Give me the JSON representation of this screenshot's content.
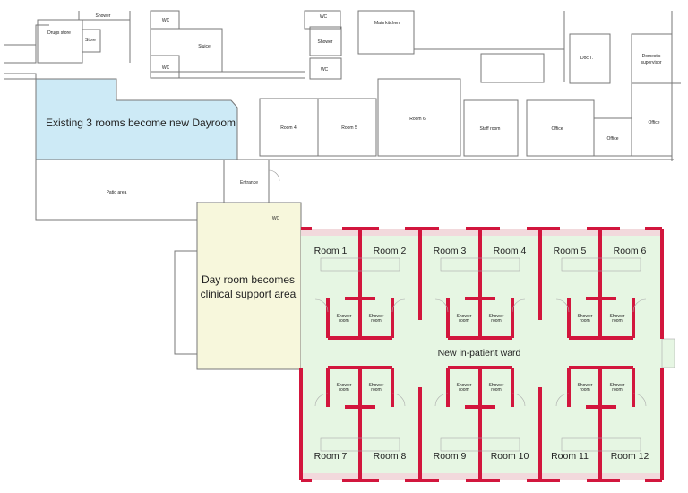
{
  "colors": {
    "dayroom_fill": "#cdeaf6",
    "support_fill": "#f7f7dc",
    "ward_fill": "#e6f6e3",
    "ward_wall": "#d2163d",
    "window_strip": "#f2d9dc"
  },
  "existing_building": {
    "labels": [
      "Shower",
      "Drugs store",
      "Store",
      "WC",
      "Sluice",
      "WC",
      "WC",
      "Shower",
      "WC",
      "Main kitchen",
      "Doc T.",
      "Domestic",
      "supervisor",
      "Room 4",
      "Room 5",
      "Room 6",
      "Staff room",
      "Office",
      "Office",
      "Office",
      "Patio area",
      "Entrance",
      "WC"
    ]
  },
  "dayroom_label": "Existing 3 rooms become new Dayroom",
  "support_label": [
    "Day room becomes",
    "clinical support area"
  ],
  "ward": {
    "title": "New in-patient ward",
    "rooms": [
      "Room 1",
      "Room 2",
      "Room 3",
      "Room 4",
      "Room 5",
      "Room 6",
      "Room 7",
      "Room 8",
      "Room 9",
      "Room 10",
      "Room 11",
      "Room 12"
    ],
    "shower_label": [
      "Shower",
      "room"
    ]
  }
}
